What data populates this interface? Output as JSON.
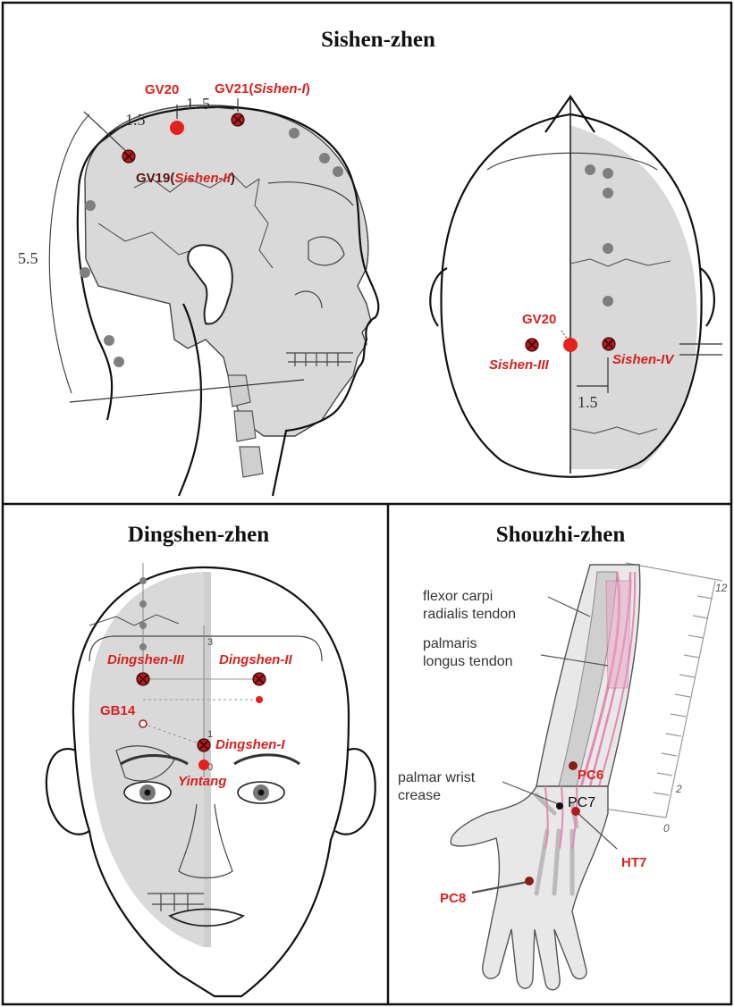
{
  "panels": {
    "sishen": {
      "title": "Sishen-zhen",
      "labels": {
        "gv20": "GV20",
        "gv21_prefix": "GV21(",
        "gv21_italic": "Sishen-I",
        "gv21_suffix": ")",
        "gv19_prefix": "GV19(",
        "gv19_italic": "Sishen-II",
        "gv19_suffix": ")",
        "gv20_top": "GV20",
        "sishen3": "Sishen-III",
        "sishen4": "Sishen-IV"
      },
      "measures": {
        "m_1_5_left": "1.5",
        "m_1_5_right": "1. 5",
        "m_5_5": "5.5",
        "m_1_5_top": "1.5"
      }
    },
    "dingshen": {
      "title": "Dingshen-zhen",
      "labels": {
        "dingshen3": "Dingshen-III",
        "dingshen2": "Dingshen-II",
        "gb14": "GB14",
        "dingshen1": "Dingshen-I",
        "yintang": "Yintang"
      },
      "scale": {
        "s3": "3",
        "s1": "1",
        "s0": "0"
      }
    },
    "shouzhi": {
      "title": "Shouzhi-zhen",
      "annotations": {
        "fcr_line1": "flexor carpi",
        "fcr_line2": "radialis tendon",
        "pl_line1": "palmaris",
        "pl_line2": "longus tendon",
        "pwc_line1": "palmar wrist",
        "pwc_line2": "crease"
      },
      "points": {
        "pc6": "PC6",
        "pc7": "PC7",
        "ht7": "HT7",
        "pc8": "PC8"
      },
      "ruler": {
        "r12": "12",
        "r2": "2",
        "r0": "0"
      }
    }
  },
  "colors": {
    "accent_red": "#d6211d",
    "acupoint_dark_red": "#b51a1a",
    "marker_gray": "#7f7f7f",
    "bone_gray": "#d9d9d9",
    "tendon_pink": "#e48ab3"
  }
}
